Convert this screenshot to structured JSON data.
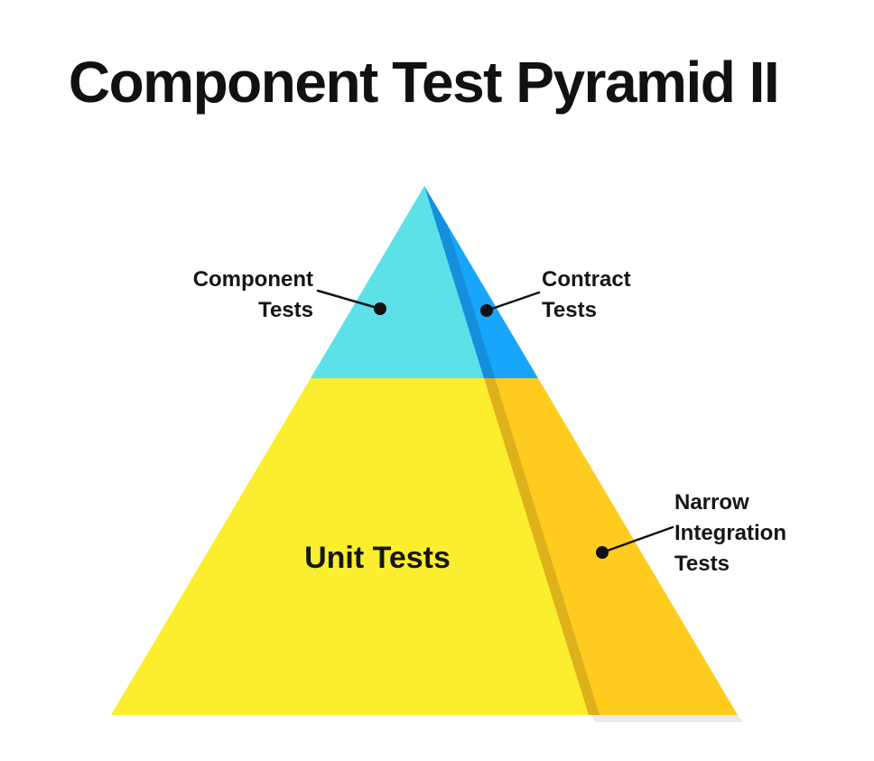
{
  "title": "Component Test Pyramid II",
  "colors": {
    "cyan": "#5CE1E9",
    "blue": "#18A5FC",
    "yellow": "#FAEE2E",
    "amber": "#FFCB1F",
    "edge_shadow": "rgba(0,0,0,0.13)",
    "drop_shadow": "#EAEAEA",
    "line": "#111111"
  },
  "labels": {
    "component": {
      "lines": [
        "Component",
        "Tests"
      ],
      "region_color": "cyan"
    },
    "contract": {
      "lines": [
        "Contract",
        "Tests"
      ],
      "region_color": "blue"
    },
    "unit": {
      "lines": [
        "Unit Tests"
      ],
      "region_color": "yellow"
    },
    "narrow_integration": {
      "lines": [
        "Narrow",
        "Integration",
        "Tests"
      ],
      "region_color": "amber"
    }
  }
}
